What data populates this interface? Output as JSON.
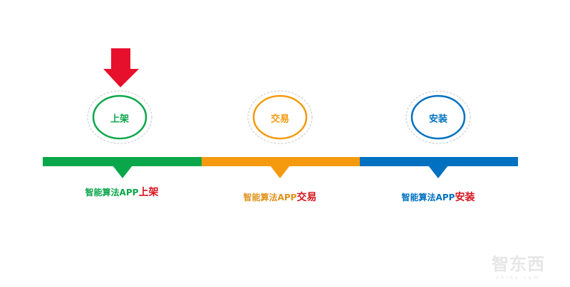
{
  "colors": {
    "green": "#0aa64a",
    "orange": "#f59a0f",
    "blue": "#0071c1",
    "arrow": "#e60f2c",
    "highlight": "#d7141e"
  },
  "steps": [
    {
      "circle": "上架",
      "label_prefix": "智能算法APP",
      "label_highlight": "上架",
      "color": "#0aa64a"
    },
    {
      "circle": "交易",
      "label_prefix": "智能算法APP",
      "label_highlight": "交易",
      "color": "#f59a0f"
    },
    {
      "circle": "安装",
      "label_prefix": "智能算法APP",
      "label_highlight": "安装",
      "color": "#0071c1"
    }
  ],
  "current_step": "上架",
  "watermark": {
    "title": "智东西",
    "url": "zhidx.com"
  }
}
